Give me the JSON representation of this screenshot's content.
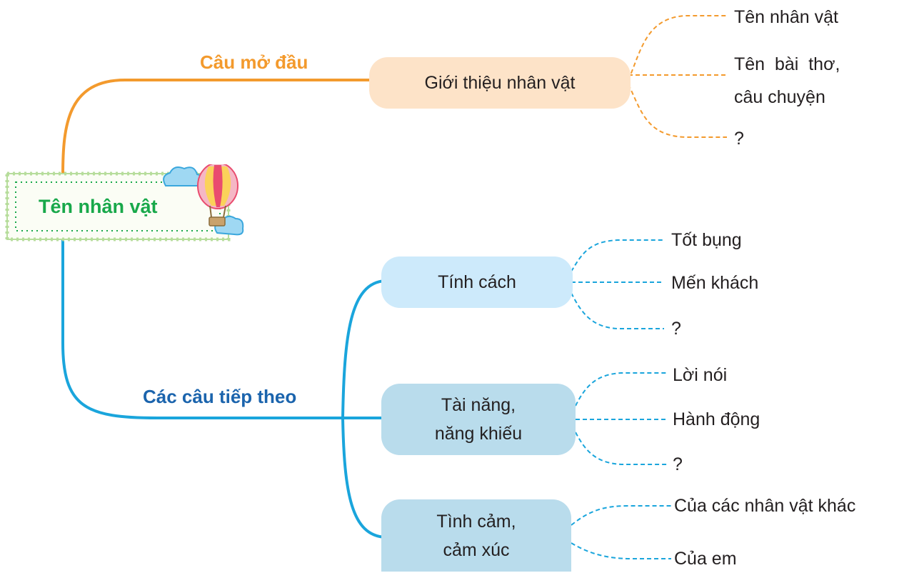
{
  "root": {
    "label": "Tên nhân vật"
  },
  "colors": {
    "orange": "#f39a2d",
    "orange_pill": "#fde3c8",
    "blue_label": "#1b64ad",
    "blue_line": "#1aa5dc",
    "blue_pill_light": "#cdeafb",
    "blue_pill_mid": "#b9dcec",
    "root_green": "#18a84a",
    "root_border": "#b7dd9c"
  },
  "opening": {
    "label": "Câu mở đầu",
    "node": "Giới thiệu nhân vật",
    "leaves": [
      "Tên nhân vật",
      "Tên  bài  thơ,",
      "câu chuyện",
      "?"
    ]
  },
  "following": {
    "label": "Các câu tiếp theo",
    "personality": {
      "node": "Tính cách",
      "leaves": [
        "Tốt bụng",
        "Mến khách",
        "?"
      ]
    },
    "talent": {
      "node_line1": "Tài năng,",
      "node_line2": "năng khiếu",
      "leaves": [
        "Lời nói",
        "Hành động",
        "?"
      ]
    },
    "emotion": {
      "node_line1": "Tình cảm,",
      "node_line2": "cảm xúc",
      "leaves": [
        "Của các nhân vật khác",
        "Của em"
      ]
    }
  }
}
